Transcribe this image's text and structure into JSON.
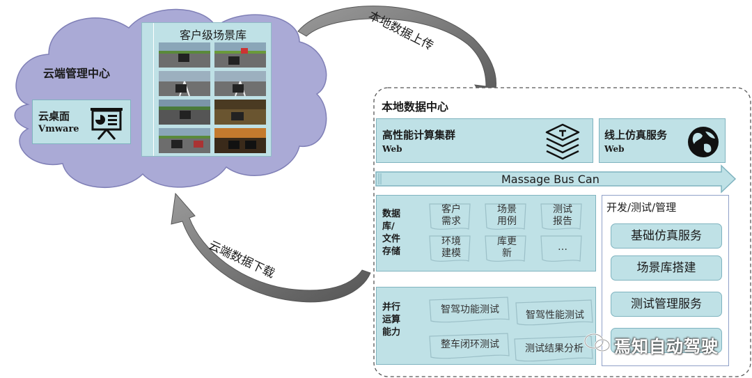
{
  "cloud": {
    "title": "云端管理中心",
    "desktop_title": "云桌面",
    "desktop_sub": "Vmware",
    "desktop_icon": "presentation-chart-icon",
    "scene_lib_title": "客户级场景库"
  },
  "arrows": {
    "upload_label": "本地数据上传",
    "download_label": "云端数据下载"
  },
  "local": {
    "title": "本地数据中心",
    "hpc": {
      "title": "高性能计算集群",
      "sub": "Web",
      "icon": "layers-stack-icon"
    },
    "online": {
      "title": "线上仿真服务",
      "sub": "Web",
      "icon": "globe-icon"
    },
    "bus": "Massage Bus Can",
    "storage": {
      "label_lines": [
        "数据",
        "库/",
        "文件",
        "存储"
      ],
      "tags": [
        [
          "客户",
          "需求"
        ],
        [
          "场景",
          "用例"
        ],
        [
          "测试",
          "报告"
        ],
        [
          "环境",
          "建模"
        ],
        [
          "库更",
          "新"
        ],
        [
          "…",
          ""
        ]
      ]
    },
    "compute": {
      "label_lines": [
        "并行",
        "运算",
        "能力"
      ],
      "tags": [
        "智驾功能测试",
        "智驾性能测试",
        "整车闭环测试",
        "测试结果分析"
      ]
    },
    "devops": {
      "title": "开发/测试/管理",
      "items": [
        "基础仿真服务",
        "场景库搭建",
        "测试管理服务"
      ]
    }
  },
  "watermark": "焉知自动驾驶",
  "colors": {
    "cloud": "#aaaad6",
    "cloud_edge": "#7f7fb6",
    "box_fill": "#bfe1e6",
    "box_edge": "#7fb3bf",
    "arrow": "#7a7a7a"
  }
}
